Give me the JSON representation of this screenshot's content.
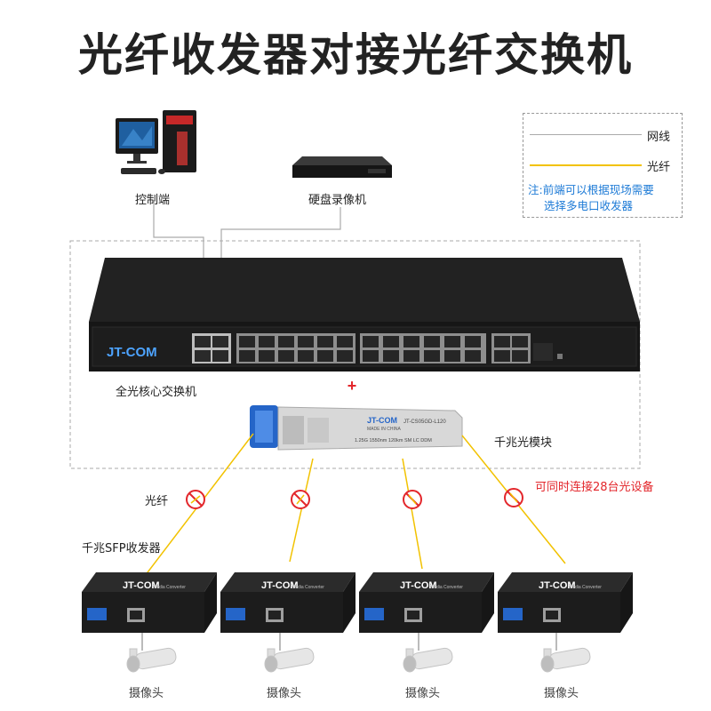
{
  "title": "光纤收发器对接光纤交换机",
  "legend": {
    "network_cable": "网线",
    "fiber": "光纤",
    "note_line1": "注:前端可以根据现场需要",
    "note_line2": "选择多电口收发器"
  },
  "devices": {
    "control_terminal": "控制端",
    "nvr": "硬盘录像机",
    "core_switch": "全光核心交换机",
    "plus": "+",
    "module": "千兆光模块",
    "connect_note": "可同时连接28台光设备",
    "fiber_label": "光纤",
    "transceiver_label": "千兆SFP收发器",
    "cameras": [
      "摄像头",
      "摄像头",
      "摄像头",
      "摄像头"
    ]
  },
  "branding": {
    "switch_logo": "JT-COM",
    "module_logo": "JT-COM",
    "module_made": "MADE IN CHINA",
    "module_model": "JT-CS05GD-L120",
    "module_spec": "1.25G 1550nm 120km SM LC DDM",
    "transceiver_logo": "JT-COM",
    "transceiver_text": "Media Converter"
  },
  "colors": {
    "fiber": "#f2c200",
    "cable": "#aaaaaa",
    "accent_red": "#e3262b",
    "note_blue": "#1e7bd6"
  }
}
